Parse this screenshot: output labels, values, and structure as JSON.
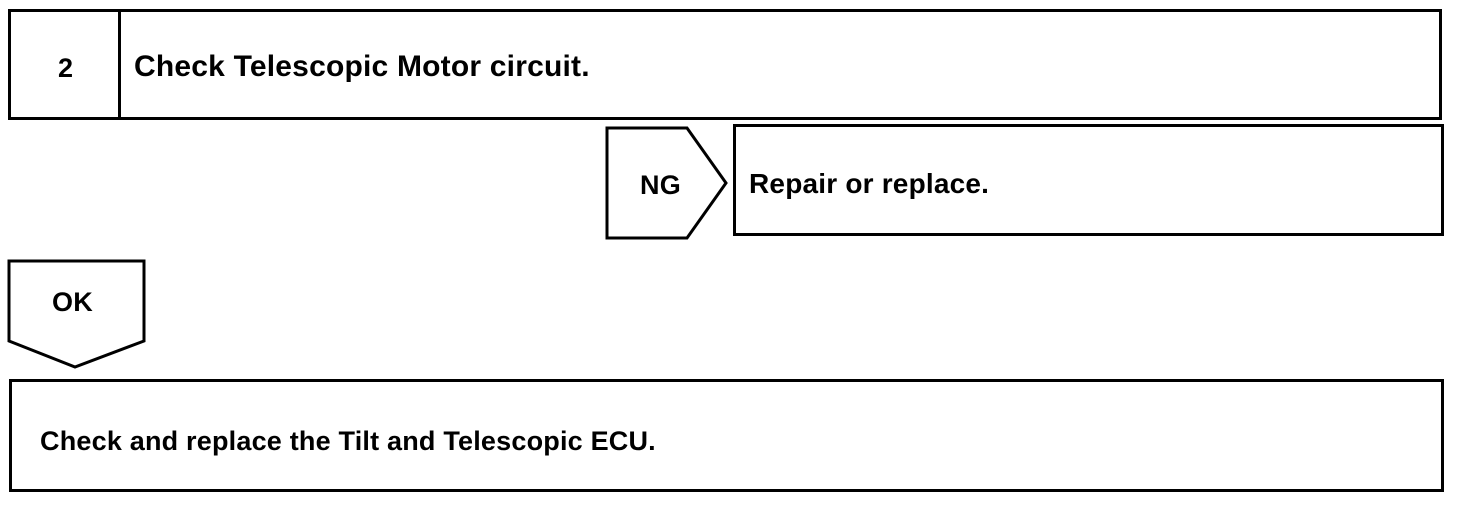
{
  "step": {
    "number": "2",
    "title": "Check Telescopic Motor circuit."
  },
  "ng_branch": {
    "label": "NG",
    "action": "Repair or replace."
  },
  "ok_branch": {
    "label": "OK"
  },
  "final_step": {
    "action": "Check and replace the Tilt and Telescopic ECU."
  },
  "colors": {
    "line": "#000000",
    "background": "#ffffff"
  }
}
